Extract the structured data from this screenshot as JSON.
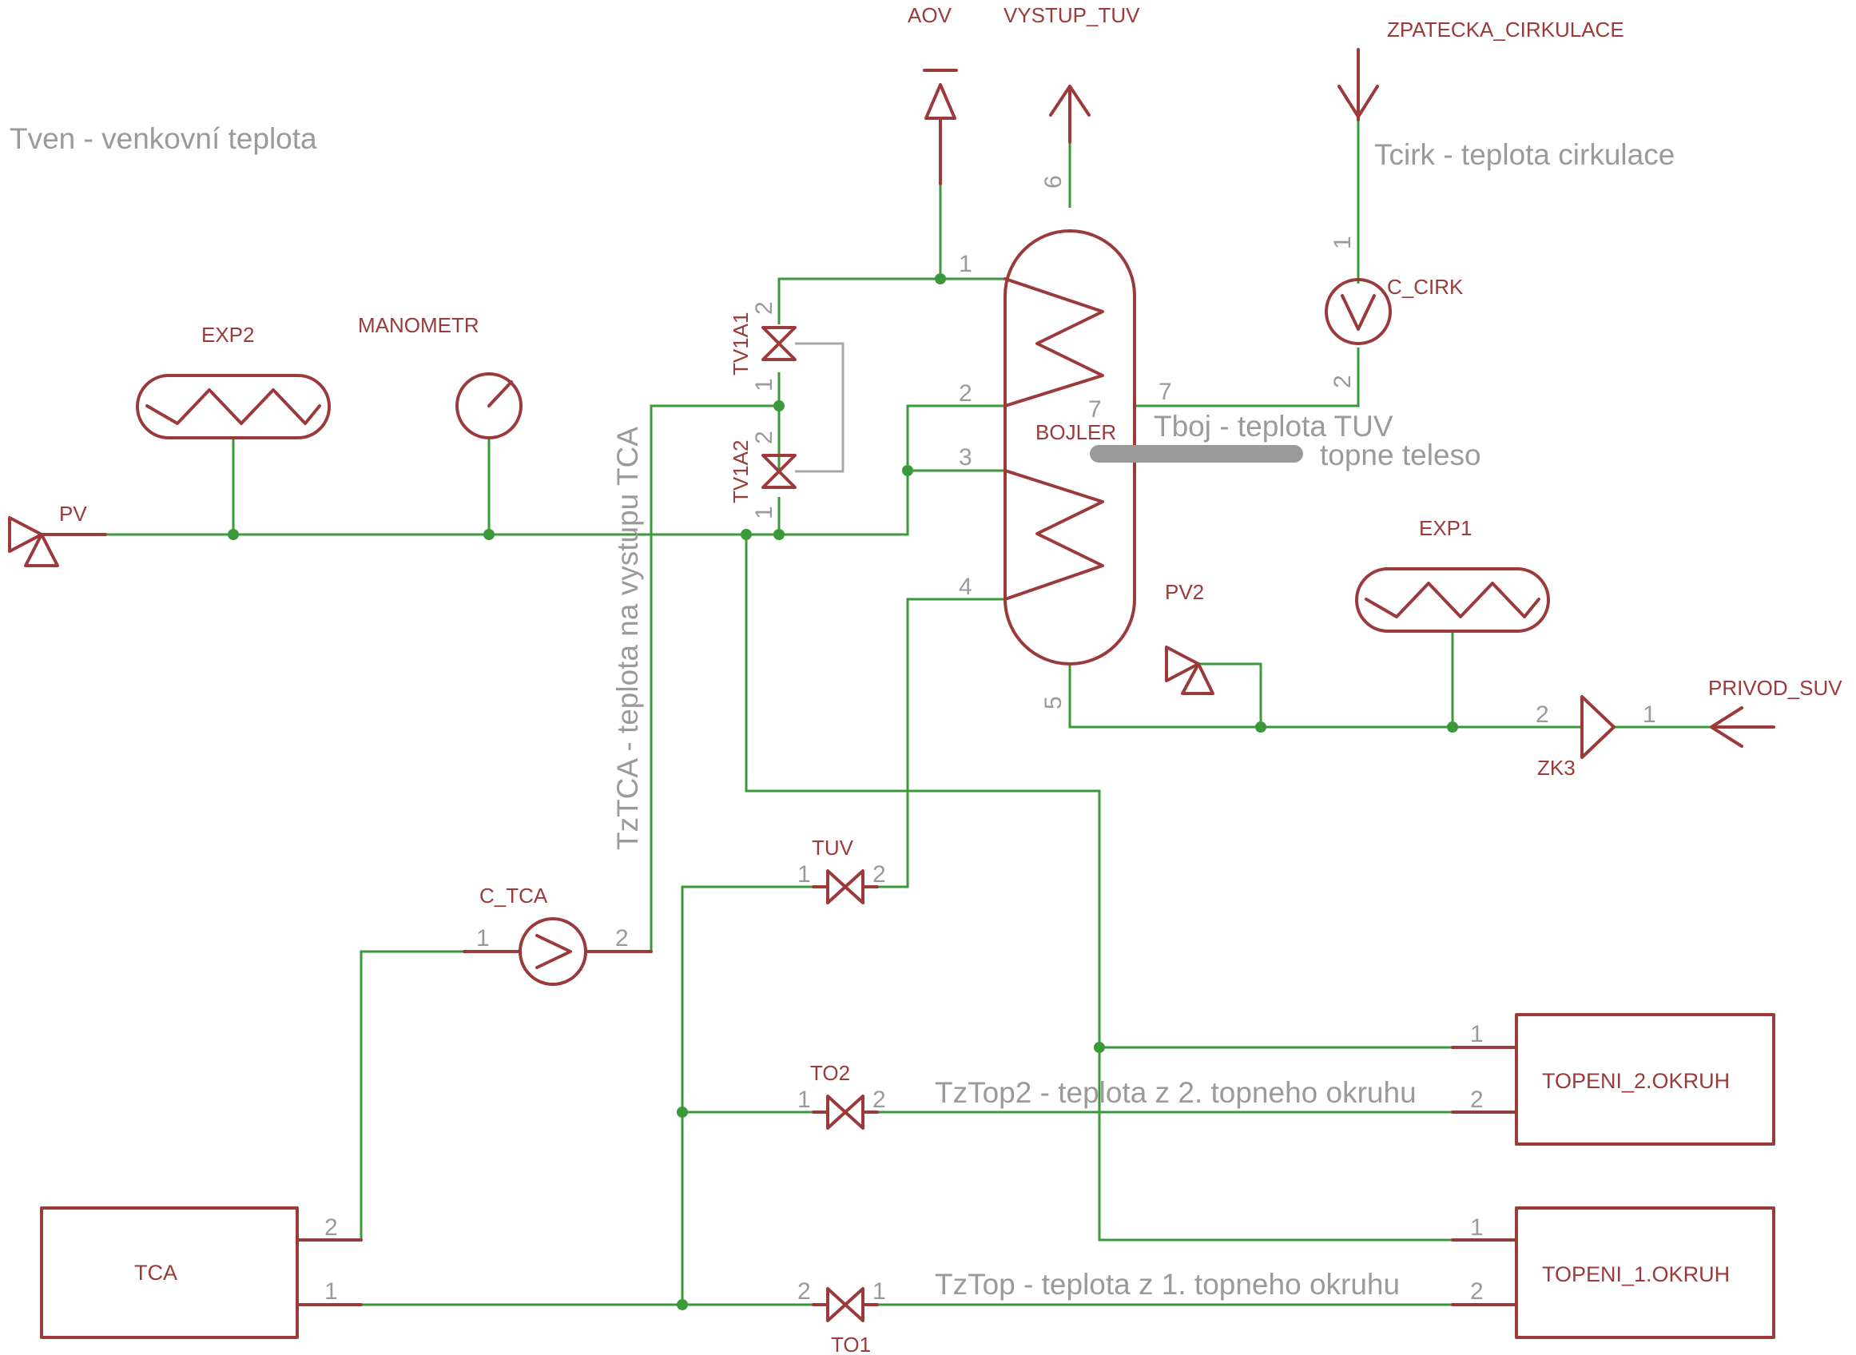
{
  "notes": {
    "tven": "Tven - venkovní teplota",
    "tcirk": "Tcirk - teplota cirkulace",
    "tboj": "Tboj - teplota TUV",
    "topne_teleso": "topne teleso",
    "tztca": "TzTCA - teplota na vystupu TCA",
    "tztop2": "TzTop2 - teplota z 2. topneho okruhu",
    "tztop": "TzTop - teplota z 1. topneho okruhu"
  },
  "components": {
    "aov": "AOV",
    "vystup_tuv": "VYSTUP_TUV",
    "zpatecka": "ZPATECKA_CIRKULACE",
    "c_cirk": "C_CIRK",
    "exp2": "EXP2",
    "manometr": "MANOMETR",
    "pv": "PV",
    "tv1a1": "TV1A1",
    "tv1a2": "TV1A2",
    "bojler": "BOJLER",
    "exp1": "EXP1",
    "pv2": "PV2",
    "privod_suv": "PRIVOD_SUV",
    "zk3": "ZK3",
    "tuv": "TUV",
    "c_tca": "C_TCA",
    "to2": "TO2",
    "to1": "TO1",
    "topeni_2": "TOPENI_2.OKRUH",
    "topeni_1": "TOPENI_1.OKRUH",
    "tca": "TCA"
  },
  "pins": {
    "one": "1",
    "two": "2",
    "three": "3",
    "four": "4",
    "five": "5",
    "six": "6",
    "seven": "7"
  },
  "colors": {
    "symbol": "#9b3a3a",
    "wire": "#3a9a3a",
    "annotation": "#9a9a9a"
  }
}
